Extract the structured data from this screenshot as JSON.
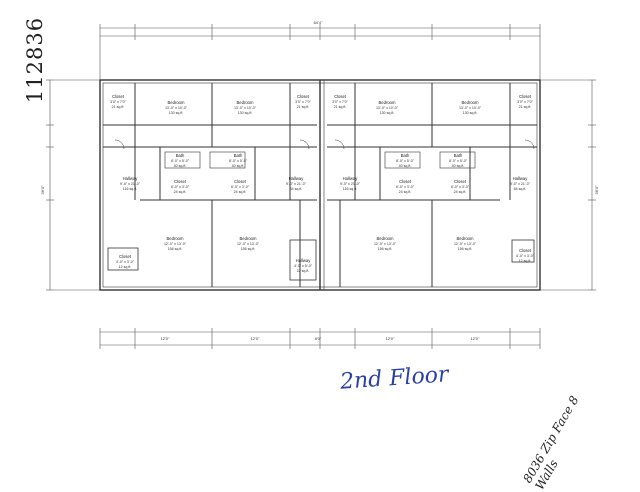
{
  "sheet": {
    "id_number": "112836",
    "floor_label": "2nd Floor",
    "note": "8036 Zip Face 8 Walls"
  },
  "dimensions": {
    "overall_width": "64'4\"",
    "depth_left": "36'0\"",
    "depth_right": "36'0\"",
    "bottom_segments": [
      "12'0\"",
      "12'0\"",
      "8'0\"",
      "12'0\"",
      "12'0\""
    ]
  },
  "rooms": [
    {
      "name": "Closet",
      "size": "3'0\" x 7'0\"",
      "area": "21 sq.ft."
    },
    {
      "name": "Bedroom",
      "size": "13'-0\" x 10'-0\"",
      "area": "130 sq.ft."
    },
    {
      "name": "Bedroom",
      "size": "13'-0\" x 10'-0\"",
      "area": "130 sq.ft."
    },
    {
      "name": "Closet",
      "size": "3'0\" x 7'0\"",
      "area": "21 sq.ft."
    },
    {
      "name": "Closet",
      "size": "3'0\" x 7'0\"",
      "area": "21 sq.ft."
    },
    {
      "name": "Bedroom",
      "size": "13'-0\" x 10'-0\"",
      "area": "130 sq.ft."
    },
    {
      "name": "Bedroom",
      "size": "13'-0\" x 10'-0\"",
      "area": "130 sq.ft."
    },
    {
      "name": "Closet",
      "size": "3'0\" x 7'0\"",
      "area": "21 sq.ft."
    },
    {
      "name": "Bath",
      "size": "8'-0\" x 5'-0\"",
      "area": "40 sq.ft."
    },
    {
      "name": "Bath",
      "size": "8'-0\" x 5'-0\"",
      "area": "40 sq.ft."
    },
    {
      "name": "Bath",
      "size": "8'-0\" x 5'-0\"",
      "area": "40 sq.ft."
    },
    {
      "name": "Bath",
      "size": "8'-0\" x 5'-0\"",
      "area": "40 sq.ft."
    },
    {
      "name": "Hallway",
      "size": "9'-0\" x 21'-0\"",
      "area": "116 sq.ft."
    },
    {
      "name": "Hallway",
      "size": "9'-0\" x 21'-0\"",
      "area": "84 sq.ft."
    },
    {
      "name": "Hallway",
      "size": "9'-0\" x 21'-0\"",
      "area": "116 sq.ft."
    },
    {
      "name": "Hallway",
      "size": "9'-0\" x 21'-0\"",
      "area": "84 sq.ft."
    },
    {
      "name": "Closet",
      "size": "6'-0\" x 3'-0\"",
      "area": "24 sq.ft."
    },
    {
      "name": "Closet",
      "size": "6'-0\" x 3'-0\"",
      "area": "24 sq.ft."
    },
    {
      "name": "Closet",
      "size": "6'-0\" x 3'-0\"",
      "area": "24 sq.ft."
    },
    {
      "name": "Closet",
      "size": "6'-0\" x 3'-0\"",
      "area": "24 sq.ft."
    },
    {
      "name": "Bedroom",
      "size": "12'-0\" x 13'-0\"",
      "area": "156 sq.ft."
    },
    {
      "name": "Bedroom",
      "size": "12'-0\" x 13'-0\"",
      "area": "156 sq.ft."
    },
    {
      "name": "Bedroom",
      "size": "12'-0\" x 13'-0\"",
      "area": "156 sq.ft."
    },
    {
      "name": "Bedroom",
      "size": "12'-0\" x 13'-0\"",
      "area": "156 sq.ft."
    },
    {
      "name": "Closet",
      "size": "4'-0\" x 3'-0\"",
      "area": "12 sq.ft."
    },
    {
      "name": "Hallway",
      "size": "4'-0\" x 5'-0\"",
      "area": "22 sq.ft."
    },
    {
      "name": "Closet",
      "size": "4'-0\" x 3'-0\"",
      "area": "12 sq.ft."
    }
  ]
}
